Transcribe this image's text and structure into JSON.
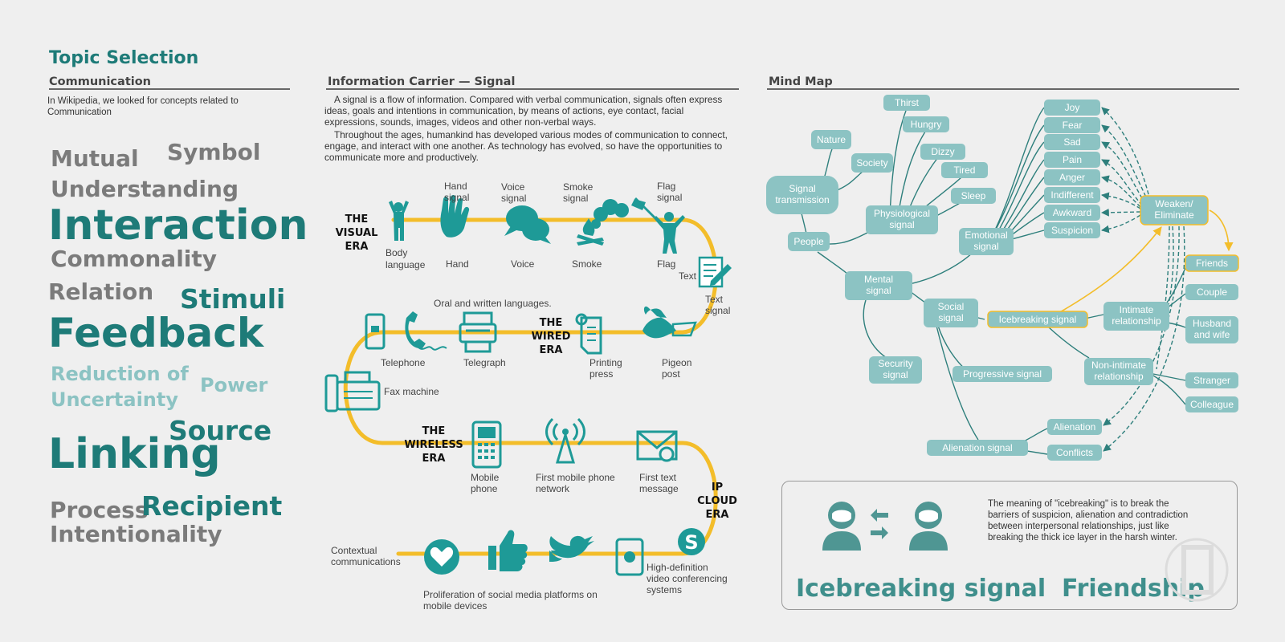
{
  "topic": {
    "title": "Topic Selection",
    "subtitle": "Communication",
    "desc": "In Wikipedia, we looked for concepts related to Communication"
  },
  "words": {
    "mutual": "Mutual",
    "symbol": "Symbol",
    "understanding": "Understanding",
    "interaction": "Interaction",
    "commonality": "Commonality",
    "relation": "Relation",
    "stimuli": "Stimuli",
    "feedback": "Feedback",
    "reduction": "Reduction of",
    "uncertainty": "Uncertainty",
    "power": "Power",
    "source": "Source",
    "linking": "Linking",
    "process": "Process",
    "recipient": "Recipient",
    "intentionality": "Intentionality"
  },
  "signal": {
    "title": "Information Carrier — Signal",
    "p1": "A signal is a flow of information. Compared with verbal communication, signals often express ideas, goals and intentions in communication, by means of actions, eye contact, facial expressions, sounds, images, videos and other non-verbal ways.",
    "p2": "Throughout the ages, humankind has developed various modes of communication to connect, engage, and interact with one another. As technology has evolved, so have the opportunities to communicate more and productively."
  },
  "timeline": {
    "eras": {
      "visual": [
        "THE",
        "VISUAL",
        "ERA"
      ],
      "wired": [
        "THE",
        "WIRED",
        "ERA"
      ],
      "wireless": [
        "THE",
        "WIRELESS",
        "ERA"
      ],
      "ip": [
        "IP",
        "CLOUD",
        "ERA"
      ]
    },
    "labels": {
      "body": [
        "Body",
        "language"
      ],
      "hand_signal": [
        "Hand",
        "signal"
      ],
      "hand": "Hand",
      "voice_signal": [
        "Voice",
        "signal"
      ],
      "voice": "Voice",
      "smoke_signal": [
        "Smoke",
        "signal"
      ],
      "smoke": "Smoke",
      "flag_signal": [
        "Flag",
        "signal"
      ],
      "flag": "Flag",
      "text": "Text",
      "text_signal": [
        "Text",
        "signal"
      ],
      "oral": "Oral and written languages.",
      "telephone": "Telephone",
      "telegraph": "Telegraph",
      "printing": [
        "Printing",
        "press"
      ],
      "pigeon": [
        "Pigeon",
        "post"
      ],
      "fax": "Fax machine",
      "mobile": [
        "Mobile",
        "phone"
      ],
      "first_network": [
        "First mobile phone",
        "network"
      ],
      "first_text": [
        "First text",
        "message"
      ],
      "contextual": [
        "Contextual",
        "communications"
      ],
      "hd": [
        "High-definition",
        "video conferencing",
        "systems"
      ],
      "social": [
        "Proliferation of social media platforms on",
        "mobile devices"
      ]
    }
  },
  "mindmap": {
    "title": "Mind Map",
    "nodes": {
      "signal_transmission": [
        "Signal",
        "transmission"
      ],
      "nature": "Nature",
      "society": "Society",
      "people": "People",
      "thirst": "Thirst",
      "hungry": "Hungry",
      "dizzy": "Dizzy",
      "tired": "Tired",
      "sleep": "Sleep",
      "physiological": [
        "Physiological",
        "signal"
      ],
      "emotional": [
        "Emotional",
        "signal"
      ],
      "mental": [
        "Mental",
        "signal"
      ],
      "social": [
        "Social",
        "signal"
      ],
      "security": [
        "Security",
        "signal"
      ],
      "progressive": "Progressive signal",
      "alienation_signal": "Alienation signal",
      "icebreaking": "Icebreaking signal",
      "intimate": [
        "Intimate",
        "relationship"
      ],
      "non_intimate": [
        "Non-intimate",
        "relationship"
      ],
      "weaken": [
        "Weaken/",
        "Eliminate"
      ],
      "friends": "Friends",
      "couple": "Couple",
      "husband": [
        "Husband",
        "and wife"
      ],
      "stranger": "Stranger",
      "colleague": "Colleague",
      "alienation": "Alienation",
      "conflicts": "Conflicts",
      "emotions": [
        "Joy",
        "Fear",
        "Sad",
        "Pain",
        "Anger",
        "Indifferent",
        "Awkward",
        "Suspicion"
      ]
    }
  },
  "icebreak": {
    "desc": "The meaning of \"icebreaking\" is to break the barriers of suspicion, alienation and contradiction between interpersonal relationships, just like breaking the thick ice layer in the harsh winter.",
    "left": "Icebreaking signal",
    "right": "Friendship"
  },
  "colors": {
    "teal": "#1e7b78",
    "node": "#8cc3c3",
    "yellow": "#f3bd2a",
    "grey": "#7b7b7b"
  }
}
